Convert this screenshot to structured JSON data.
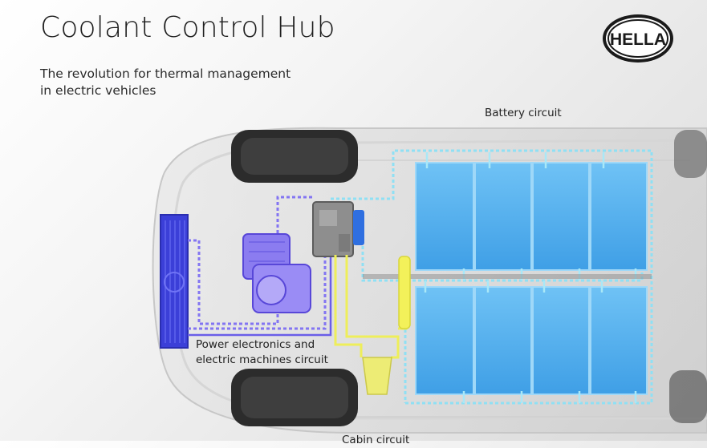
{
  "header": {
    "title": "Coolant Control Hub",
    "subtitle_line1": "The revolution for thermal management",
    "subtitle_line2": "in electric vehicles"
  },
  "logo": {
    "text": "HELLA",
    "icon": "hella-logo-icon"
  },
  "labels": {
    "battery_circuit": "Battery circuit",
    "power_line1": "Power electronics and",
    "power_line2": "electric machines circuit",
    "cabin_circuit": "Cabin circuit"
  },
  "colors": {
    "background": "#efefef",
    "battery_cell": "#5ab4f0",
    "battery_loop": "#9fe3f5",
    "power_loop": "#7a6cf0",
    "cabin_loop": "#f0ef4a",
    "radiator": "#3b3fd8",
    "text": "#1e1e1e"
  }
}
